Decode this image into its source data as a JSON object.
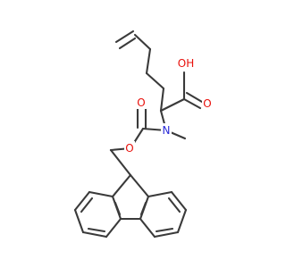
{
  "structure": {
    "kind": "skeletal-formula",
    "bond_color": "#3a3a3a",
    "atoms": {
      "O_hydroxyl": {
        "text": "OH",
        "color": "#e8100b"
      },
      "O_carbonyl_acid": {
        "text": "O",
        "color": "#e8100b"
      },
      "N_amine": {
        "text": "N",
        "color": "#2a2ad8"
      },
      "O_carbonyl_carbamate": {
        "text": "O",
        "color": "#e8100b"
      },
      "O_ester": {
        "text": "O",
        "color": "#e8100b"
      }
    }
  }
}
